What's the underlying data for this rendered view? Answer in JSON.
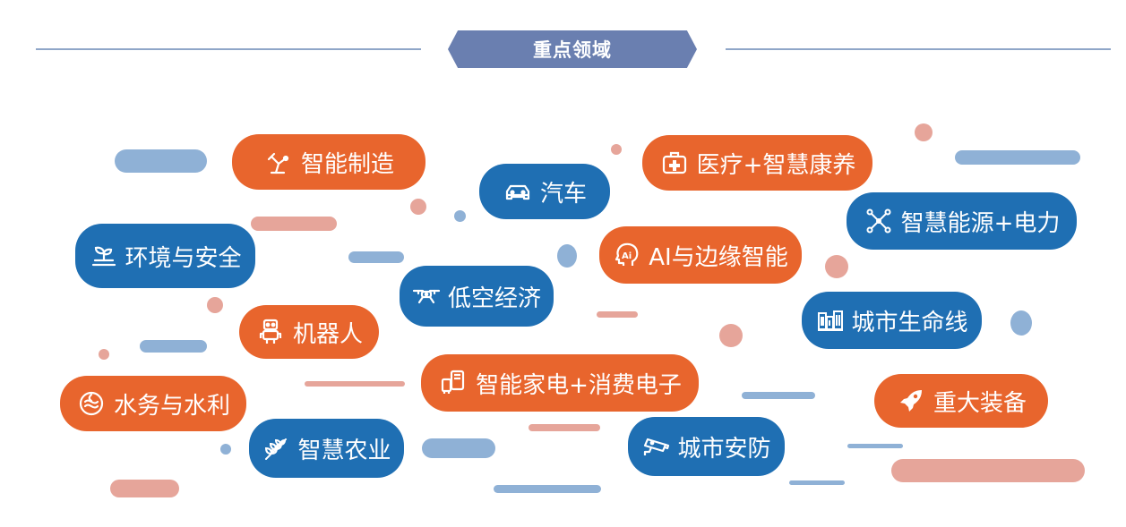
{
  "header": {
    "title": "重点领域"
  },
  "colors": {
    "orange": "#e8652d",
    "blue": "#1f6fb3",
    "banner": "#6a7fb0",
    "line": "#8fa6c8"
  },
  "tags": [
    {
      "label": "智能制造",
      "icon": "robot-arm-icon"
    },
    {
      "label": "汽车",
      "icon": "car-icon"
    },
    {
      "label": "医疗+智慧康养",
      "icon": "medical-kit-icon"
    },
    {
      "label": "智慧能源+电力",
      "icon": "network-nodes-icon"
    },
    {
      "label": "环境与安全",
      "icon": "sprout-icon"
    },
    {
      "label": "AI与边缘智能",
      "icon": "ai-head-icon"
    },
    {
      "label": "低空经济",
      "icon": "drone-icon"
    },
    {
      "label": "城市生命线",
      "icon": "buildings-icon"
    },
    {
      "label": "机器人",
      "icon": "robot-icon"
    },
    {
      "label": "智能家电+消费电子",
      "icon": "devices-icon"
    },
    {
      "label": "重大装备",
      "icon": "rocket-icon"
    },
    {
      "label": "水务与水利",
      "icon": "water-icon"
    },
    {
      "label": "智慧农业",
      "icon": "wheat-icon"
    },
    {
      "label": "城市安防",
      "icon": "camera-icon"
    }
  ]
}
